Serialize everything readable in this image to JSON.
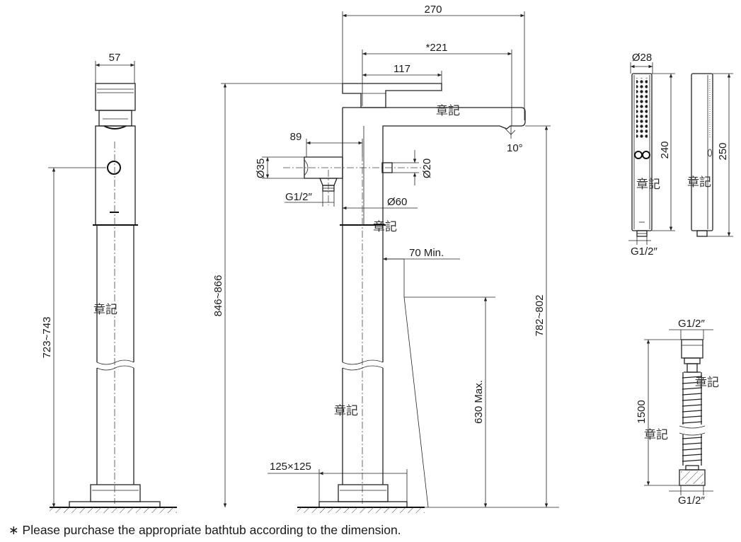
{
  "colors": {
    "ink": "#1a1a1a",
    "stamp": "#333333",
    "background": "#ffffff"
  },
  "side_view": {
    "width_label": "57",
    "height_label": "723~743",
    "stamp": "章記"
  },
  "front_view": {
    "overall_width_label": "270",
    "reach_label": "*221",
    "handle_label": "117",
    "holder_offset_label": "89",
    "holder_diameter_label": "Ø35",
    "holder_nozzle_label": "Ø20",
    "thread_label": "G1/2″",
    "pipe_diameter_label": "Ø60",
    "clearance_label": "70 Min.",
    "angle_label": "10°",
    "overall_height_label": "846~866",
    "spout_height_label": "782~802",
    "tub_height_label": "630 Max.",
    "base_label": "125×125",
    "stamps": [
      "章記",
      "章記",
      "章記"
    ]
  },
  "hand_shower": {
    "diameter_label": "Ø28",
    "length_label": "240",
    "total_length_label": "250",
    "thread_label": "G1/2″",
    "stamps": [
      "章記",
      "章記"
    ]
  },
  "hose": {
    "top_thread_label": "G1/2″",
    "length_label": "1500",
    "bottom_thread_label": "G1/2″",
    "stamps": [
      "章記",
      "章記"
    ]
  },
  "footnote": "∗ Please purchase the appropriate bathtub according to the dimension."
}
